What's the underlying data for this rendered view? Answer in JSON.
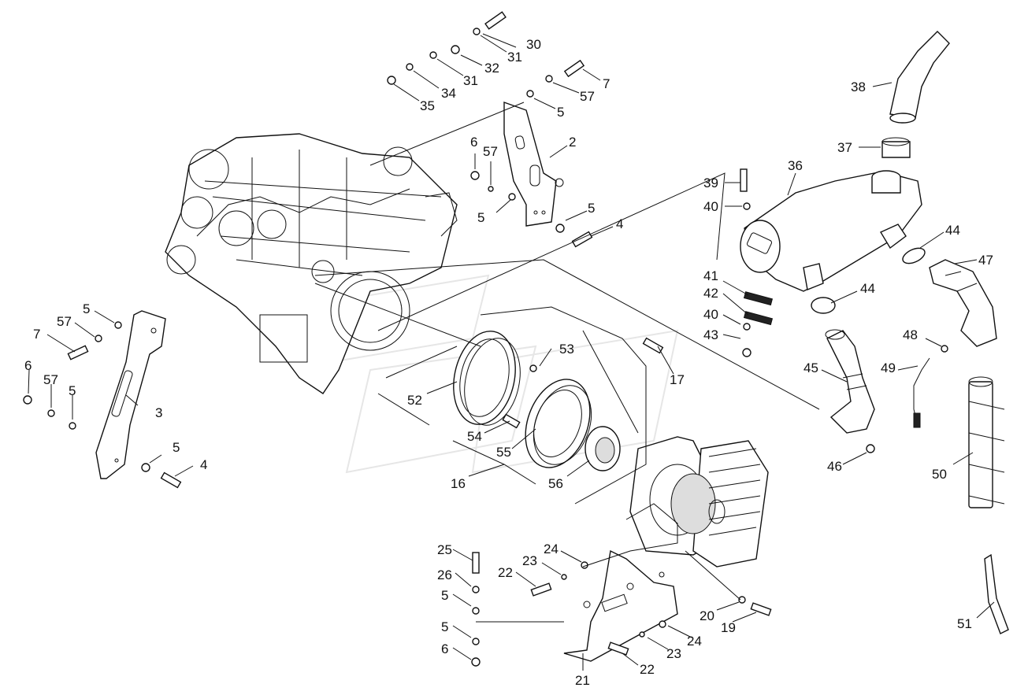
{
  "diagram": {
    "callouts": [
      "30",
      "31",
      "32",
      "31",
      "34",
      "35",
      "7",
      "57",
      "5",
      "2",
      "6",
      "57",
      "5",
      "5",
      "4",
      "39",
      "40",
      "36",
      "38",
      "37",
      "44",
      "47",
      "44",
      "41",
      "42",
      "40",
      "43",
      "48",
      "49",
      "45",
      "46",
      "50",
      "51",
      "53",
      "17",
      "52",
      "54",
      "55",
      "16",
      "56",
      "5",
      "57",
      "7",
      "6",
      "57",
      "5",
      "3",
      "5",
      "4",
      "25",
      "26",
      "5",
      "5",
      "6",
      "22",
      "23",
      "24",
      "21",
      "22",
      "23",
      "24",
      "20",
      "19"
    ]
  },
  "colors": {
    "line": "#111111",
    "background": "#ffffff",
    "watermark": "#e6e6e6"
  }
}
